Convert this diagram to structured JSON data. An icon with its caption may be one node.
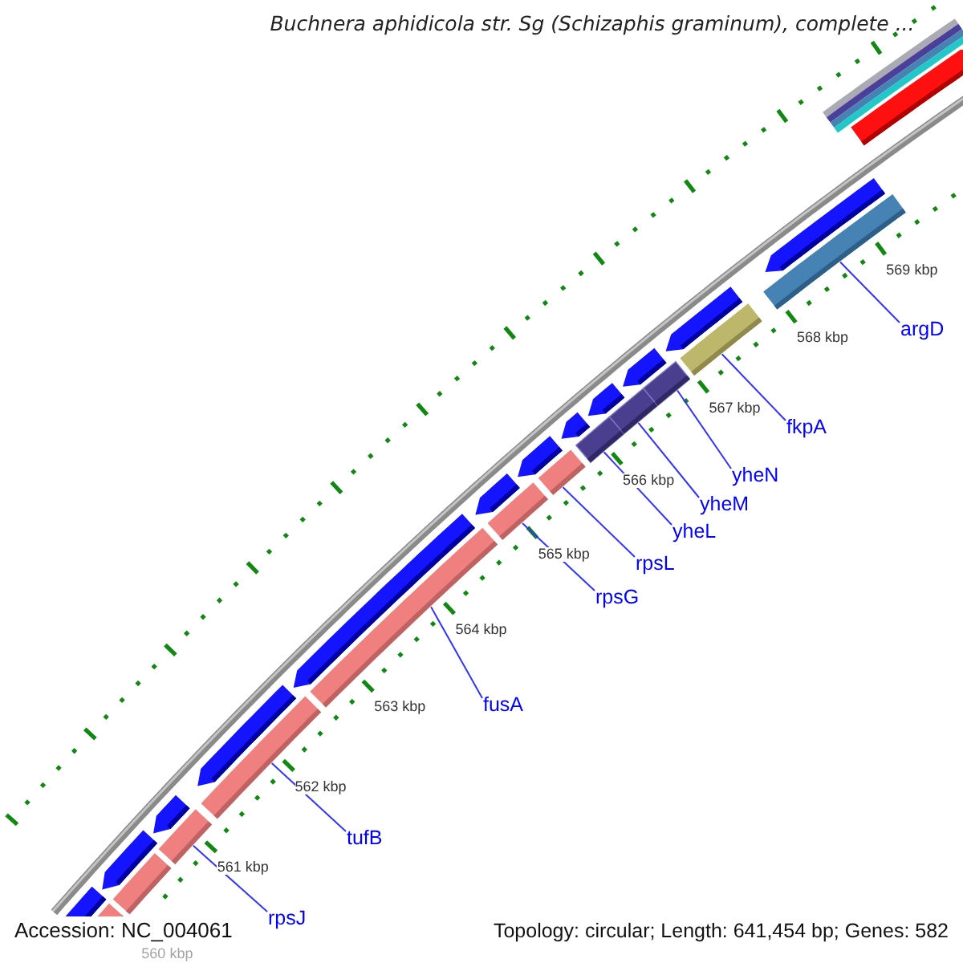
{
  "diagram": {
    "title": "Buchnera aphidicola str. Sg (Schizaphis graminum), complete ...",
    "nodes": [
      {
        "text": [
          "argD"
        ]
      },
      {
        "text": [
          "fkpA"
        ]
      },
      {
        "text": [
          "yheN"
        ]
      },
      {
        "text": [
          "yheM"
        ]
      },
      {
        "text": [
          "yheL"
        ]
      },
      {
        "text": [
          "rpsL"
        ]
      },
      {
        "text": [
          "rpsG"
        ]
      },
      {
        "text": [
          "fusA"
        ]
      },
      {
        "text": [
          "tufB"
        ]
      },
      {
        "text": [
          "rpsJ"
        ]
      },
      {
        "text": [],
        "shape": "bar"
      },
      {
        "text": [],
        "shape": "bar"
      },
      {
        "text": [],
        "shape": "bar"
      },
      {
        "text": [],
        "shape": "bar"
      },
      {
        "text": [],
        "shape": "bar"
      },
      {
        "text": [],
        "shape": "bar"
      },
      {
        "text": [],
        "shape": "bar"
      },
      {
        "text": [],
        "shape": "bar"
      },
      {
        "text": [],
        "shape": "bar"
      },
      {
        "text": [],
        "shape": "bar"
      },
      {
        "text": [],
        "shape": "bar"
      },
      {
        "text": [],
        "shape": "bar"
      },
      {
        "text": [],
        "shape": "bar"
      },
      {
        "text": [],
        "shape": "bar"
      },
      {
        "text": [],
        "shape": "bar"
      },
      {
        "text": [],
        "shape": "bar"
      },
      {
        "text": [],
        "shape": "bar"
      },
      {
        "text": [],
        "shape": "bar"
      },
      {
        "text": [],
        "shape": "bar"
      },
      {
        "text": [],
        "shape": "bar"
      },
      {
        "text": [],
        "shape": "bar"
      },
      {
        "text": [],
        "shape": "bar"
      },
      {
        "text": [],
        "shape": "bar"
      },
      {
        "text": [],
        "shape": "bar"
      },
      {
        "text": [],
        "shape": "bar"
      },
      {
        "text": [],
        "shape": "bar"
      },
      {
        "text": [],
        "shape": "bar"
      },
      {
        "text": [],
        "shape": "bar"
      },
      {
        "text": [],
        "shape": "bar"
      }
    ],
    "edges": [
      {
        "from": 0,
        "to": 32,
        "arrow": "none"
      },
      {
        "from": 1,
        "to": 31,
        "arrow": "none"
      },
      {
        "from": 2,
        "to": 29,
        "arrow": "none"
      },
      {
        "from": 3,
        "to": 27,
        "arrow": "none"
      },
      {
        "from": 4,
        "to": 25,
        "arrow": "none"
      },
      {
        "from": 5,
        "to": 23,
        "arrow": "none"
      },
      {
        "from": 6,
        "to": 21,
        "arrow": "none"
      },
      {
        "from": 7,
        "to": 19,
        "arrow": "none"
      },
      {
        "from": 8,
        "to": 16,
        "arrow": "none"
      },
      {
        "from": 9,
        "to": 14,
        "arrow": "none"
      }
    ],
    "labels": [
      "560 kbp",
      "561 kbp",
      "562 kbp",
      "563 kbp",
      "564 kbp",
      "565 kbp",
      "566 kbp",
      "567 kbp",
      "568 kbp",
      "569 kbp",
      "Accession: NC_004061",
      "Topology: circular; Length: 641,454 bp; Genes: 582"
    ]
  }
}
